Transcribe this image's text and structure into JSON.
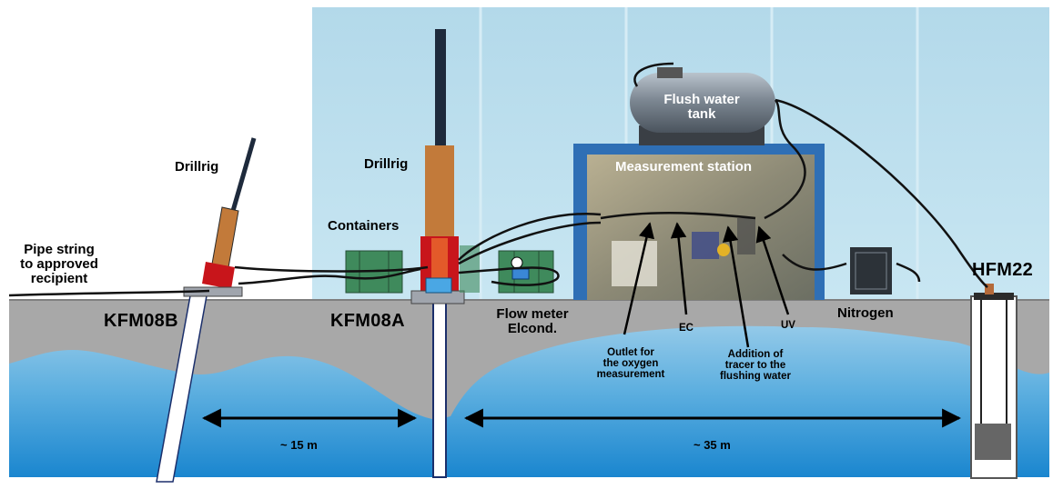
{
  "labels": {
    "drillrig_left": "Drillrig",
    "drillrig_center": "Drillrig",
    "containers": "Containers",
    "pipe_string": [
      "Pipe string",
      "to approved",
      "recipient"
    ],
    "kfm08b": "KFM08B",
    "kfm08a": "KFM08A",
    "flow_meter": [
      "Flow meter",
      "Elcond."
    ],
    "flush_tank": [
      "Flush water",
      "tank"
    ],
    "measurement_station": "Measurement station",
    "ec": "EC",
    "uv": "UV",
    "nitrogen": "Nitrogen",
    "hfm22": "HFM22",
    "outlet": [
      "Outlet for",
      "the oxygen",
      "measurement"
    ],
    "addition": [
      "Addition of",
      "tracer to the",
      "flushing water"
    ],
    "dist_15": "~ 15 m",
    "dist_35": "~ 35 m"
  },
  "colors": {
    "sky": "#b9dcec",
    "ground": "#a9a9a9",
    "water_top": "#7cbce0",
    "water_bottom": "#1f8ed3",
    "station_frame": "#2f6fb5",
    "drillrig_mast": "#c27a3a",
    "container_green": "#3f8a5c"
  }
}
